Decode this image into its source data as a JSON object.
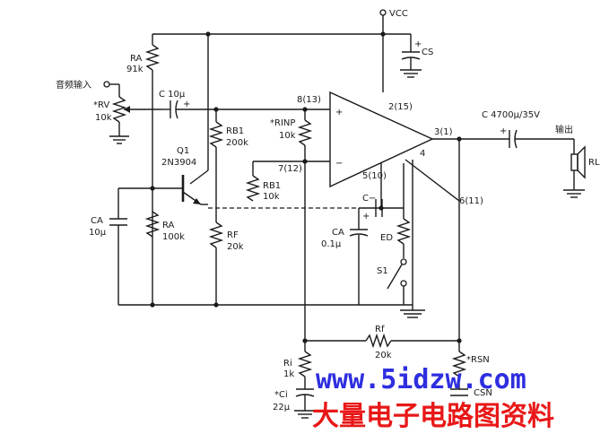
{
  "labels": {
    "vcc": "VCC",
    "cs": "CS",
    "ra_top": "RA",
    "ra_top_val": "91k",
    "audio_in": "音频输入",
    "rv": "*RV",
    "rv_val": "10k",
    "c_in": "C 10μ",
    "plus_in": "+",
    "pin_8_13": "8(13)",
    "pin_2_15": "2(15)",
    "pin_3_1": "3(1)",
    "pin_4": "4",
    "pin_7_12": "7(12)",
    "pin_5_10": "5(10)",
    "pin_6_11": "6(11)",
    "op_plus": "+",
    "op_minus": "−",
    "rb1_top": "RB1",
    "rb1_top_val": "200k",
    "rinp": "*RINP",
    "rinp_val": "10k",
    "q1": "Q1",
    "q1_part": "2N3904",
    "rb1_mid": "RB1",
    "rb1_mid_val": "10k",
    "c_out": "C 4700μ/35V",
    "output": "输出",
    "rl": "RL",
    "ca_left": "CA",
    "ca_left_val": "10μ",
    "ra_low": "RA",
    "ra_low_val": "100k",
    "rf_left": "RF",
    "rf_left_val": "20k",
    "c_minus": "C−",
    "ca_mid": "CA",
    "ca_mid_val": "0.1μ",
    "ed": "ED",
    "s1": "S1",
    "rf_bottom": "Rf",
    "rf_bottom_val": "20k",
    "ri": "Ri",
    "ri_val": "1k",
    "ci": "*Ci",
    "ci_val": "22μ",
    "rsn": "*RSN",
    "csn": "CSN"
  },
  "watermark": {
    "url": "www.5idzw.com",
    "site": "大量电子电路图资料",
    "url_color": "#2e2ee0",
    "site_color": "#e81818"
  }
}
